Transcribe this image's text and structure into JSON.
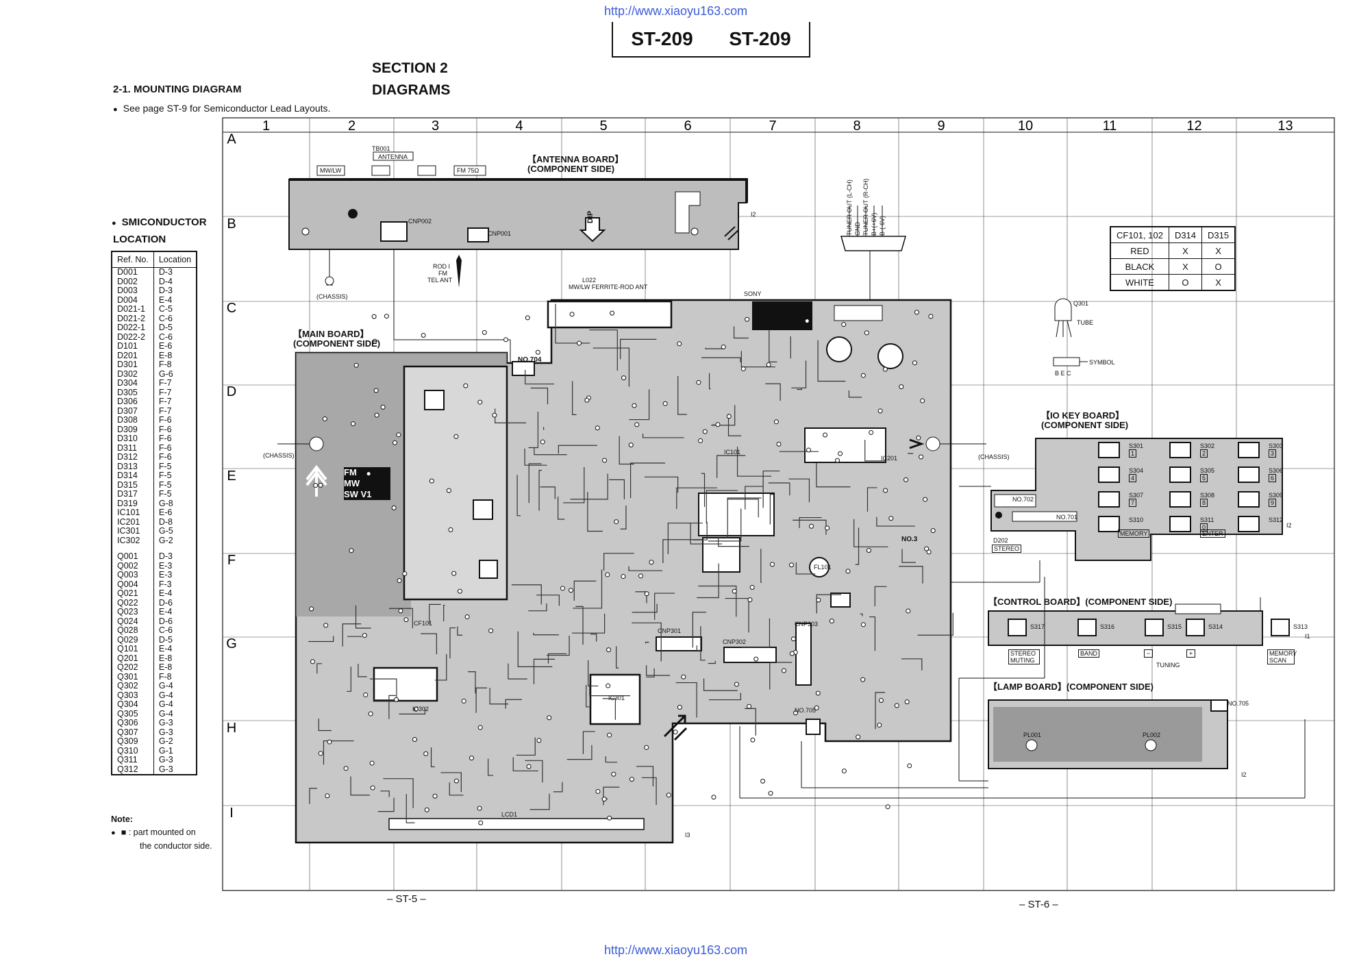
{
  "watermark_url": "http://www.xiaoyu163.com",
  "model_left": "ST-209",
  "model_right": "ST-209",
  "section_title": "SECTION 2",
  "section_subtitle": "DIAGRAMS",
  "mounting_heading": "2-1.  MOUNTING DIAGRAM",
  "mounting_note": "See page ST-9 for Semiconductor Lead Layouts.",
  "semiconductor_heading": "SMICONDUCTOR",
  "semiconductor_heading2": "LOCATION",
  "location_table": {
    "headers": [
      "Ref. No.",
      "Location"
    ],
    "rows": [
      [
        "D001",
        "D-3"
      ],
      [
        "D002",
        "D-4"
      ],
      [
        "D003",
        "D-3"
      ],
      [
        "D004",
        "E-4"
      ],
      [
        "D021-1",
        "C-5"
      ],
      [
        "D021-2",
        "C-6"
      ],
      [
        "D022-1",
        "D-5"
      ],
      [
        "D022-2",
        "C-6"
      ],
      [
        "D101",
        "E-6"
      ],
      [
        "D201",
        "E-8"
      ],
      [
        "D301",
        "F-8"
      ],
      [
        "D302",
        "G-6"
      ],
      [
        "D304",
        "F-7"
      ],
      [
        "D305",
        "F-7"
      ],
      [
        "D306",
        "F-7"
      ],
      [
        "D307",
        "F-7"
      ],
      [
        "D308",
        "F-6"
      ],
      [
        "D309",
        "F-6"
      ],
      [
        "D310",
        "F-6"
      ],
      [
        "D311",
        "F-6"
      ],
      [
        "D312",
        "F-6"
      ],
      [
        "D313",
        "F-5"
      ],
      [
        "D314",
        "F-5"
      ],
      [
        "D315",
        "F-5"
      ],
      [
        "D317",
        "F-5"
      ],
      [
        "D319",
        "G-8"
      ],
      [
        "IC101",
        "E-6"
      ],
      [
        "IC201",
        "D-8"
      ],
      [
        "IC301",
        "G-5"
      ],
      [
        "IC302",
        "G-2"
      ],
      [
        "",
        ""
      ],
      [
        "Q001",
        "D-3"
      ],
      [
        "Q002",
        "E-3"
      ],
      [
        "Q003",
        "E-3"
      ],
      [
        "Q004",
        "F-3"
      ],
      [
        "Q021",
        "E-4"
      ],
      [
        "Q022",
        "D-6"
      ],
      [
        "Q023",
        "E-4"
      ],
      [
        "Q024",
        "D-6"
      ],
      [
        "Q028",
        "C-6"
      ],
      [
        "Q029",
        "D-5"
      ],
      [
        "Q101",
        "E-4"
      ],
      [
        "Q201",
        "E-8"
      ],
      [
        "Q202",
        "E-8"
      ],
      [
        "Q301",
        "F-8"
      ],
      [
        "Q302",
        "G-4"
      ],
      [
        "Q303",
        "G-4"
      ],
      [
        "Q304",
        "G-4"
      ],
      [
        "Q305",
        "G-4"
      ],
      [
        "Q306",
        "G-3"
      ],
      [
        "Q307",
        "G-3"
      ],
      [
        "Q309",
        "G-2"
      ],
      [
        "Q310",
        "G-1"
      ],
      [
        "Q311",
        "G-3"
      ],
      [
        "Q312",
        "G-3"
      ]
    ]
  },
  "note_heading": "Note:",
  "note_text": ": part mounted on",
  "note_text2": "the conductor side.",
  "note_symbol": "■",
  "columns": [
    "1",
    "2",
    "3",
    "4",
    "5",
    "6",
    "7",
    "8",
    "9",
    "10",
    "11",
    "12",
    "13"
  ],
  "rows_letters": [
    "A",
    "B",
    "C",
    "D",
    "E",
    "F",
    "G",
    "H",
    "I"
  ],
  "cf_table": {
    "headers": [
      "CF101, 102",
      "D314",
      "D315"
    ],
    "rows": [
      [
        "RED",
        "X",
        "X"
      ],
      [
        "BLACK",
        "X",
        "O"
      ],
      [
        "WHITE",
        "O",
        "X"
      ]
    ]
  },
  "boards": {
    "antenna": [
      "【ANTENNA BOARD】",
      "(COMPONENT SIDE)"
    ],
    "main": [
      "【MAIN BOARD】",
      "(COMPONENT SIDE)"
    ],
    "io_key": [
      "【IO KEY BOARD】",
      "(COMPONENT SIDE)"
    ],
    "control": "【CONTROL BOARD】(COMPONENT SIDE)",
    "lamp": "【LAMP BOARD】(COMPONENT SIDE)"
  },
  "labels": {
    "tb001": "TB001",
    "antenna": "ANTENNA",
    "mwlw": "MW/LW",
    "fm75": "FM 75Ω",
    "chassis": "(CHASSIS)",
    "rod": "ROD I",
    "rod_fm": "FM",
    "rod_tel": "TEL ANT",
    "l022": "L022",
    "ferrite": "MW/LW FERRITE-ROD ANT",
    "tuner1": "TUNER OUT (L-CH)",
    "tuner2": "GND",
    "tuner3": "TUNER OUT (R-CH)",
    "tuner4": "B+(+6V)",
    "tuner5": "B-(-6V)",
    "q301": "Q301",
    "tube": "TUBE",
    "symbol": "SYMBOL",
    "bec": "B  E  C",
    "no704": "NO.704",
    "no702": "NO.702",
    "no701": "NO.701",
    "no3": "NO.3",
    "no705a": "NO.705",
    "no705b": "NO.705",
    "ic301": "IC301",
    "ic302": "IC302",
    "ic101": "IC101",
    "ic201": "IC201",
    "cnp001": "CNP001",
    "cnp002": "CNP002",
    "cnp301": "CNP301",
    "cnp302": "CNP302",
    "cnp303": "CNP303",
    "lcd1": "LCD1",
    "cf101": "CF101",
    "fl101": "FL101",
    "d202": "D202",
    "stereo": "STEREO",
    "memory": "MEMORY",
    "enter": "ENTER",
    "stereo_muting": "STEREO MUTING",
    "band": "BAND",
    "tuning": "TUNING",
    "memory_scan": "MEMORY SCAN",
    "minus": "−",
    "plus": "+",
    "pl001": "PL001",
    "pl002": "PL002",
    "fm": "FM",
    "mw": "MW",
    "sw": "SW",
    "v1": "V1",
    "dip": "DIP",
    "sony": "SONY",
    "i2": "I2",
    "i3": "I3",
    "i1": "I1"
  },
  "keys": [
    {
      "name": "S301",
      "num": "1"
    },
    {
      "name": "S302",
      "num": "2"
    },
    {
      "name": "S303",
      "num": "3"
    },
    {
      "name": "S304",
      "num": "4"
    },
    {
      "name": "S305",
      "num": "5"
    },
    {
      "name": "S306",
      "num": "6"
    },
    {
      "name": "S307",
      "num": "7"
    },
    {
      "name": "S308",
      "num": "8"
    },
    {
      "name": "S309",
      "num": "9"
    },
    {
      "name": "S310",
      "num": ""
    },
    {
      "name": "S311",
      "num": "0"
    },
    {
      "name": "S312",
      "num": ""
    }
  ],
  "control_switches": [
    "S317",
    "S316",
    "S315",
    "S314",
    "S313"
  ],
  "page_left": "– ST-5 –",
  "page_right": "– ST-6 –",
  "colors": {
    "ink": "#111111",
    "board_fill": "#bdbdbd",
    "dark_fill": "#8a8a8a",
    "url": "#3b5bd6"
  }
}
